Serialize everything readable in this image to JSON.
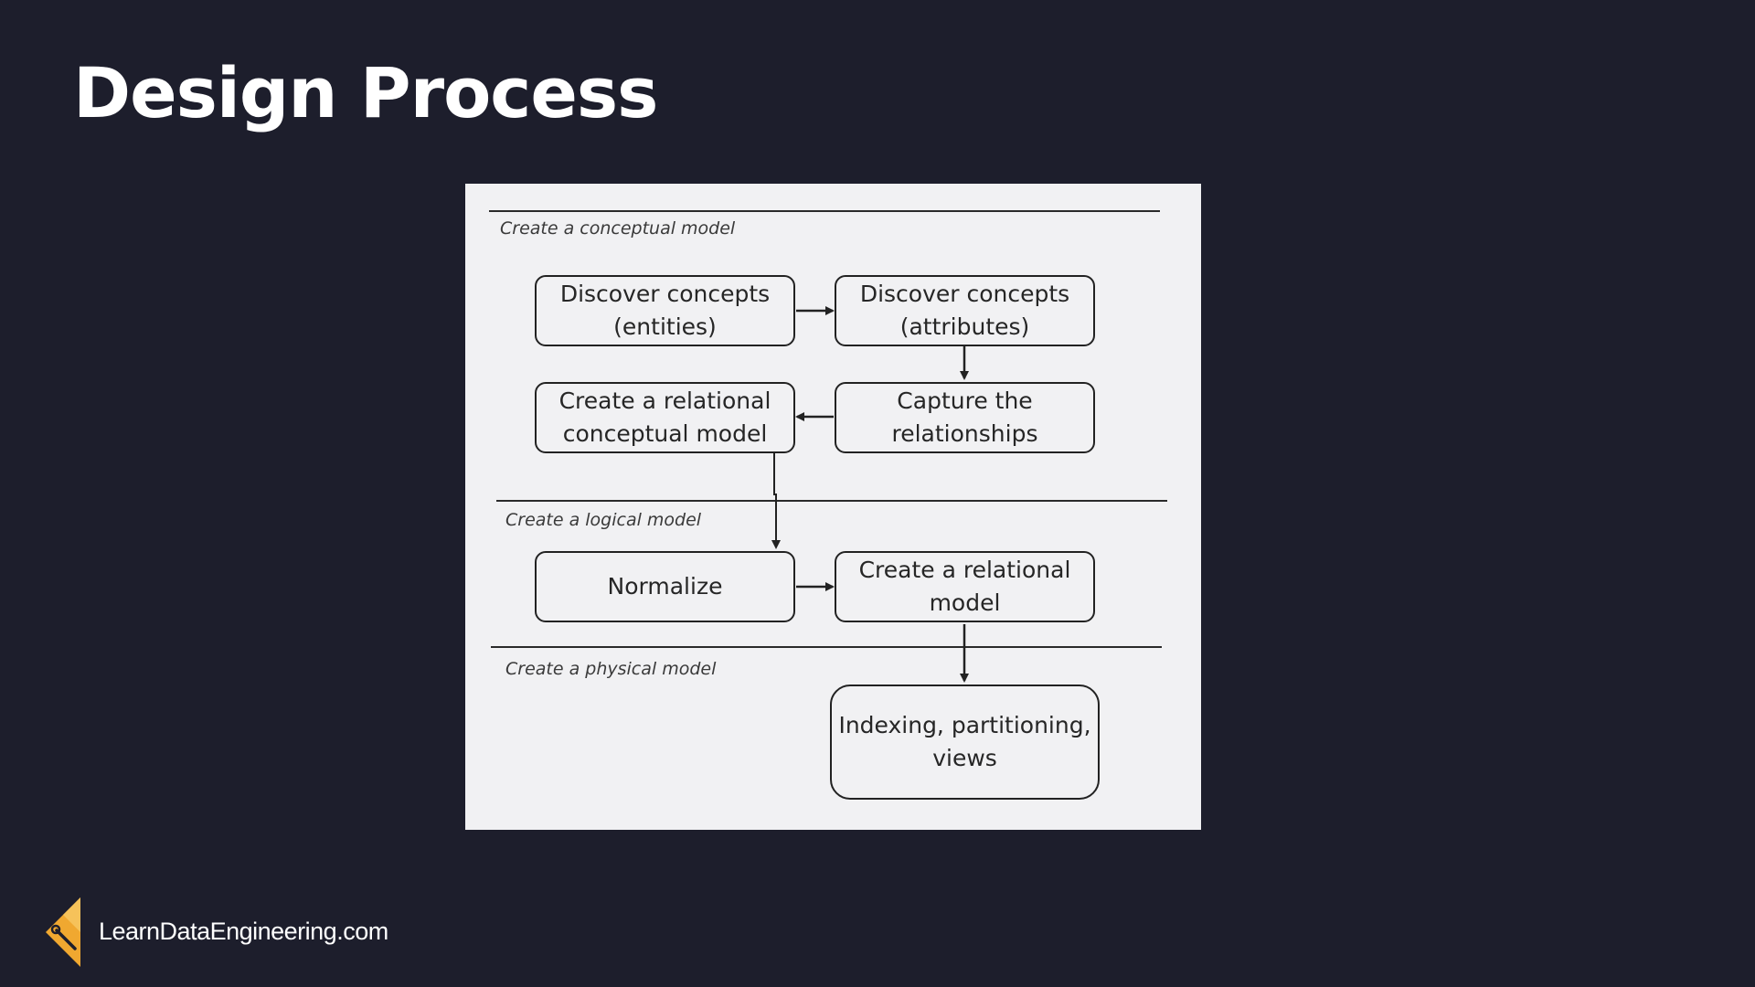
{
  "slide": {
    "title": "Design Process"
  },
  "diagram": {
    "sections": {
      "conceptual": "Create a conceptual model",
      "logical": "Create a logical model",
      "physical": "Create a physical model"
    },
    "nodes": {
      "discover_entities": "Discover concepts\n(entities)",
      "discover_attributes": "Discover concepts\n(attributes)",
      "relational_conceptual": "Create a relational\nconceptual model",
      "capture_relationships": "Capture the\nrelationships",
      "normalize": "Normalize",
      "relational_model": "Create a relational\nmodel",
      "indexing": "Indexing, partitioning,\nviews"
    }
  },
  "footer": {
    "site": "LearnDataEngineering.com",
    "logo_icon": "pencil-wrench-icon",
    "logo_color": "#f0a830"
  },
  "colors": {
    "background": "#1d1e2c",
    "panel": "#f1f1f3",
    "stroke": "#222222"
  }
}
